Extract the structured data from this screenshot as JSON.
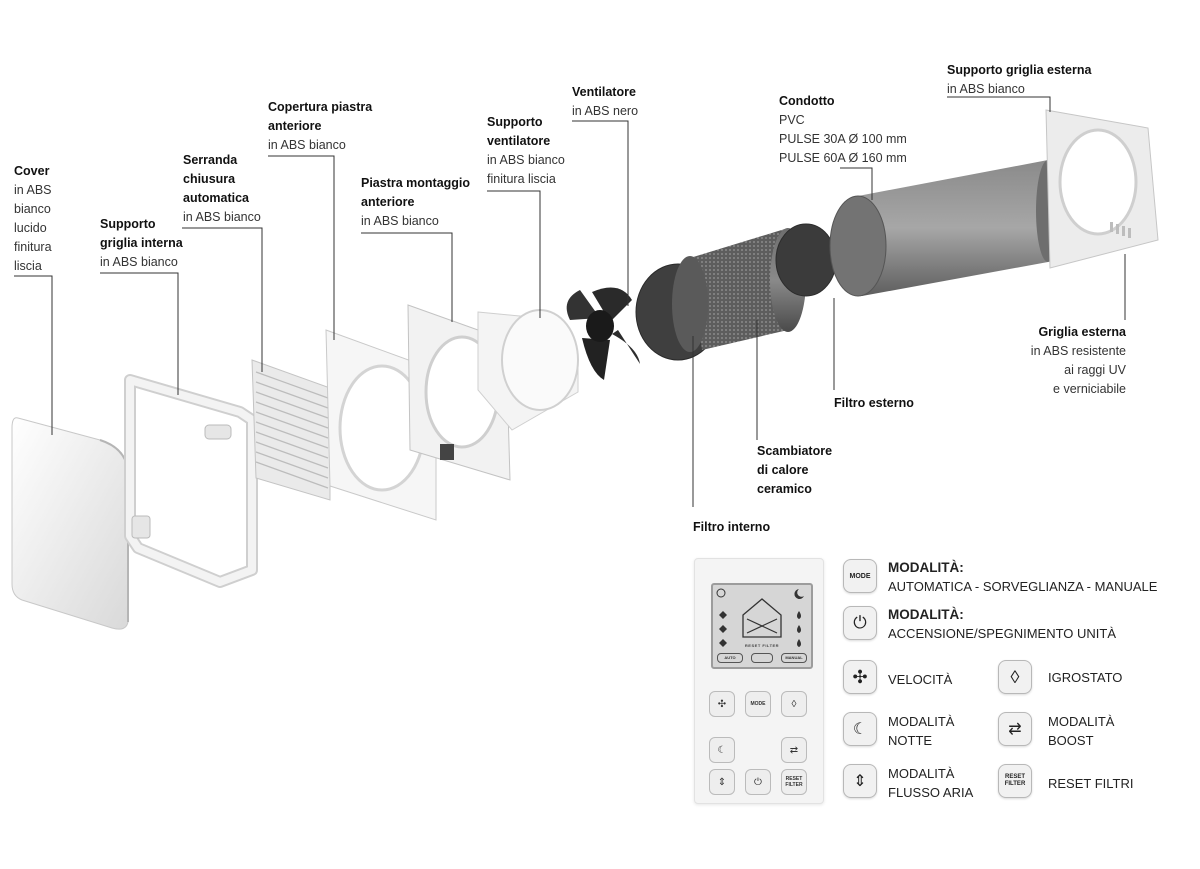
{
  "labels": {
    "cover": {
      "title": "Cover",
      "desc": "in ABS\nbianco\nlucido\nfinitura\nliscia"
    },
    "supporto_griglia_interna": {
      "title": "Supporto\ngriglia interna",
      "desc": "in ABS bianco"
    },
    "serranda": {
      "title": "Serranda\nchiusura\nautomatica",
      "desc": "in ABS bianco"
    },
    "copertura_piastra": {
      "title": "Copertura piastra\nanteriore",
      "desc": "in ABS bianco"
    },
    "piastra_montaggio": {
      "title": "Piastra montaggio\nanteriore",
      "desc": "in ABS bianco"
    },
    "supporto_ventilatore": {
      "title": "Supporto\nventilatore",
      "desc": "in ABS bianco\nfinitura liscia"
    },
    "ventilatore": {
      "title": "Ventilatore",
      "desc": "in ABS nero"
    },
    "condotto": {
      "title": "Condotto",
      "desc": "PVC\nPULSE 30A Ø 100 mm\nPULSE 60A Ø 160 mm"
    },
    "supporto_griglia_esterna": {
      "title": "Supporto griglia esterna",
      "desc": "in ABS bianco"
    },
    "griglia_esterna": {
      "title": "Griglia esterna",
      "desc": "in ABS resistente\nai raggi UV\ne verniciabile"
    },
    "filtro_esterno": {
      "title": "Filtro esterno",
      "desc": ""
    },
    "scambiatore": {
      "title": "Scambiatore\ndi calore\nceramico",
      "desc": ""
    },
    "filtro_interno": {
      "title": "Filtro interno",
      "desc": ""
    }
  },
  "remote": {
    "lcd_caption": "RESET FILTER",
    "pill_left": "AUTO",
    "pill_right": "MANUAL",
    "mode_label": "MODE",
    "reset_label": "RESET\nFILTER"
  },
  "legend": {
    "mode": {
      "icon_text": "MODE",
      "title": "MODALITÀ:",
      "desc": "AUTOMATICA - SORVEGLIANZA - MANUALE"
    },
    "power": {
      "title": "MODALITÀ:",
      "desc": "ACCENSIONE/SPEGNIMENTO UNITÀ"
    },
    "velocita": {
      "label": "VELOCITÀ"
    },
    "igrostato": {
      "label": "IGROSTATO"
    },
    "notte": {
      "label": "MODALITÀ\nNOTTE"
    },
    "boost": {
      "label": "MODALITÀ\nBOOST"
    },
    "flusso": {
      "label": "MODALITÀ\nFLUSSO ARIA"
    },
    "reset": {
      "icon_text": "RESET\nFILTER",
      "label": "RESET FILTRI"
    }
  },
  "icons": [
    "fan-icon",
    "drop-icon",
    "moon-house-icon",
    "boost-house-icon",
    "airflow-house-icon",
    "power-icon",
    "alarm-clock-icon",
    "night-icon"
  ]
}
